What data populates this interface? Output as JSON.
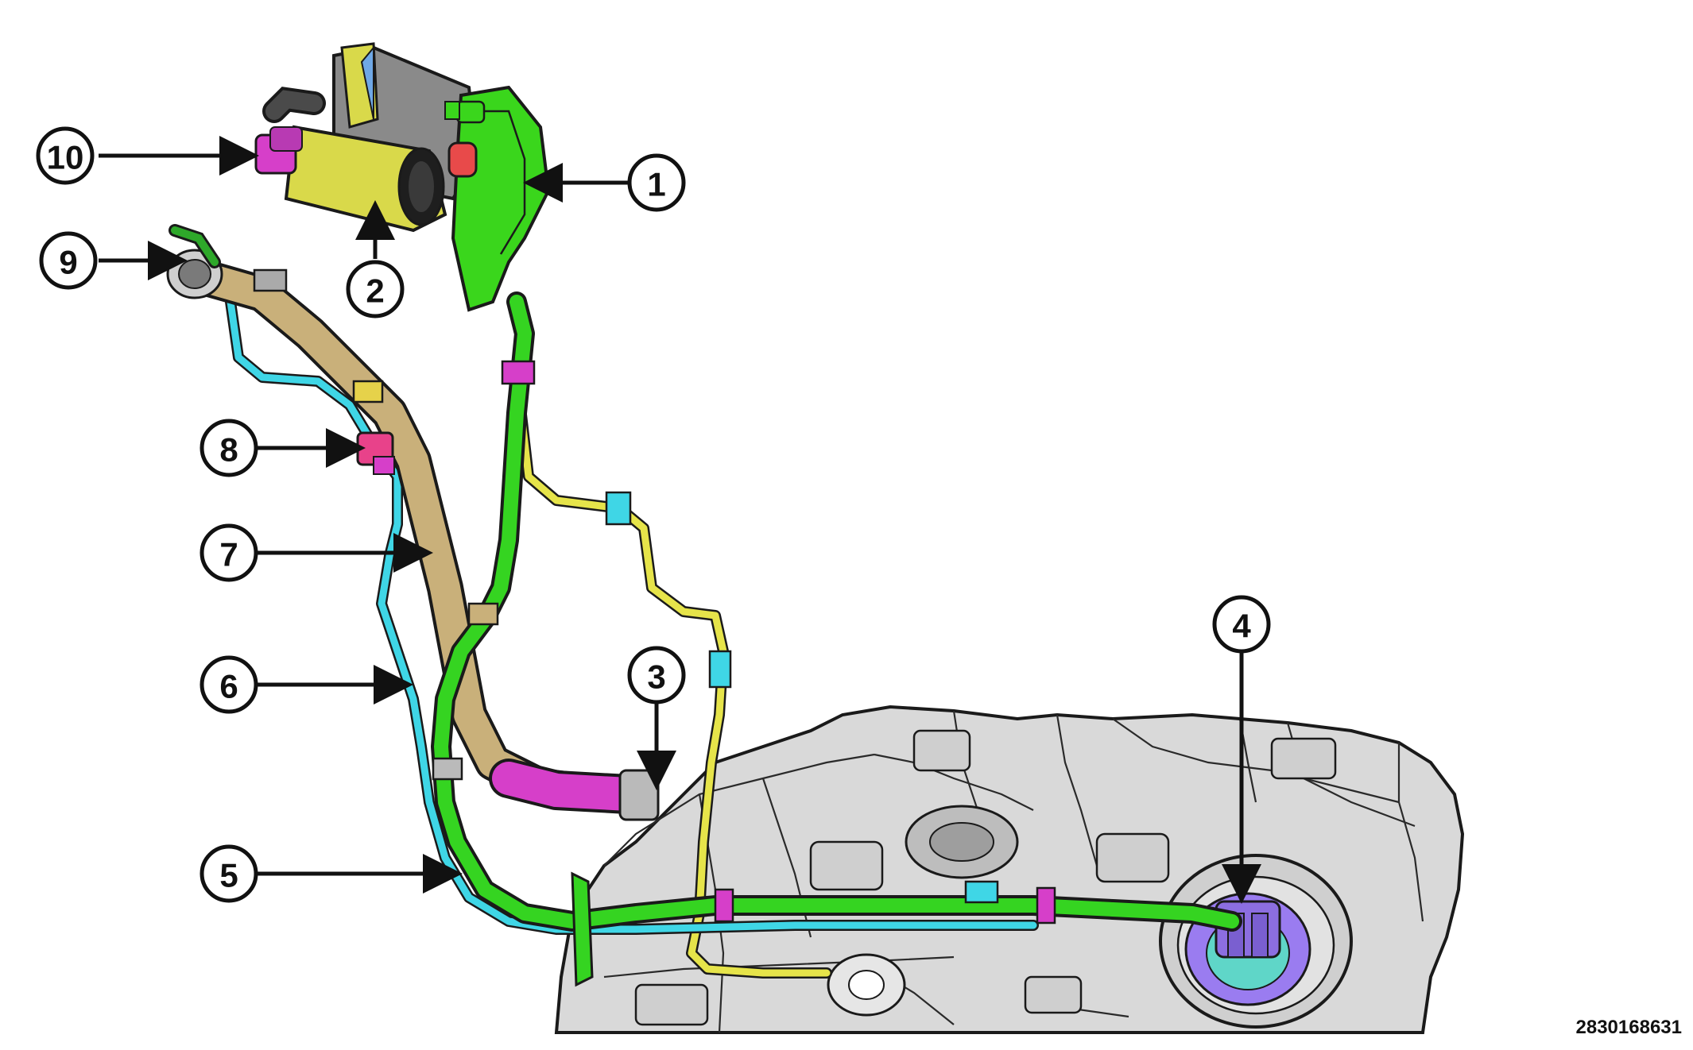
{
  "figure_id": "2830168631",
  "callouts": [
    {
      "label": "1"
    },
    {
      "label": "2"
    },
    {
      "label": "3"
    },
    {
      "label": "4"
    },
    {
      "label": "5"
    },
    {
      "label": "6"
    },
    {
      "label": "7"
    },
    {
      "label": "8"
    },
    {
      "label": "9"
    },
    {
      "label": "10"
    }
  ],
  "colors": {
    "canister_green": "#3ad61c",
    "canister_body": "#8a8a8a",
    "canister_yellow": "#d9d94a",
    "filler_tube": "#c9b07a",
    "vapor_line_yellow": "#e6e44a",
    "hose_green": "#35d421",
    "line_cyan": "#3fd6e6",
    "connector_magenta": "#d63fc9",
    "fuel_pump_purple": "#9a7cf0",
    "tank_gray": "#d8d8d8",
    "check_valve_red": "#e84a4a"
  }
}
